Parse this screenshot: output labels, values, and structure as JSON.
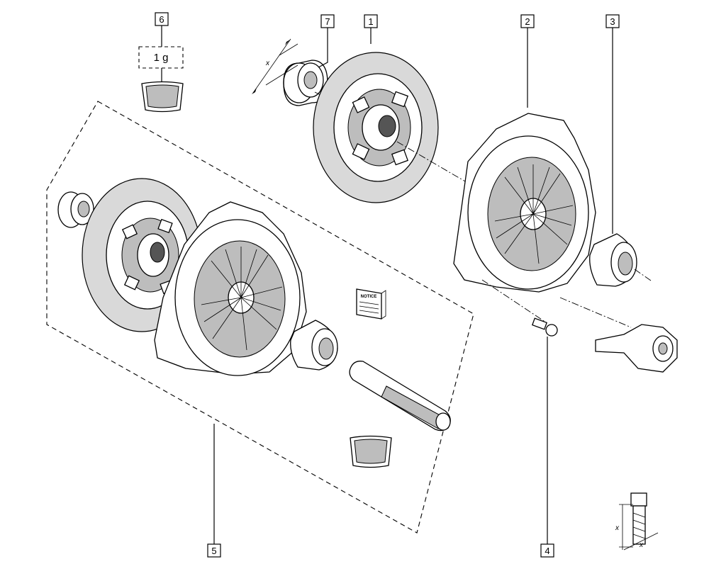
{
  "callouts": [
    {
      "id": "1",
      "label": "1"
    },
    {
      "id": "2",
      "label": "2"
    },
    {
      "id": "3",
      "label": "3"
    },
    {
      "id": "4",
      "label": "4"
    },
    {
      "id": "5",
      "label": "5"
    },
    {
      "id": "6",
      "label": "6"
    },
    {
      "id": "7",
      "label": "7"
    }
  ],
  "grease_qty": "1 g",
  "notice_label": "NOTICE",
  "dimension_label": "x",
  "bolt_dimension_label_1": "x",
  "bolt_dimension_label_2": "x"
}
